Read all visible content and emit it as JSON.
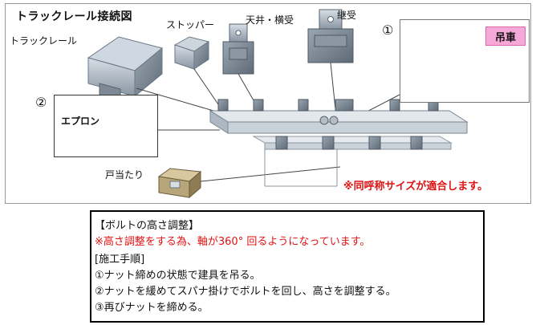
{
  "diagram": {
    "title": "トラックレール接続図",
    "labels": {
      "track_rail": "トラックレール",
      "stopper": "ストッパー",
      "ceiling_side": "天井・横受",
      "joint": "継受",
      "apron": "エプロン",
      "door_stop": "戸当たり",
      "hanger": "吊車"
    },
    "markers": {
      "one": "①",
      "two": "②"
    },
    "note": "※同呼称サイズが適合します。"
  },
  "instructions": {
    "heading": "【ボルトの高さ調整】",
    "warning": "※高さ調整をする為、軸が360° 回るようになっています。",
    "steps_heading": "[施工手順]",
    "steps": [
      "①ナット締めの状態で建具を吊る。",
      "②ナットを緩めてスパナ掛けでボルトを回し、高さを調整する。",
      "③再びナットを締める。"
    ]
  },
  "colors": {
    "note_red": "#e01212",
    "badge_pink": "#f6a8d6",
    "rail_steel": "#b8c2cc"
  }
}
